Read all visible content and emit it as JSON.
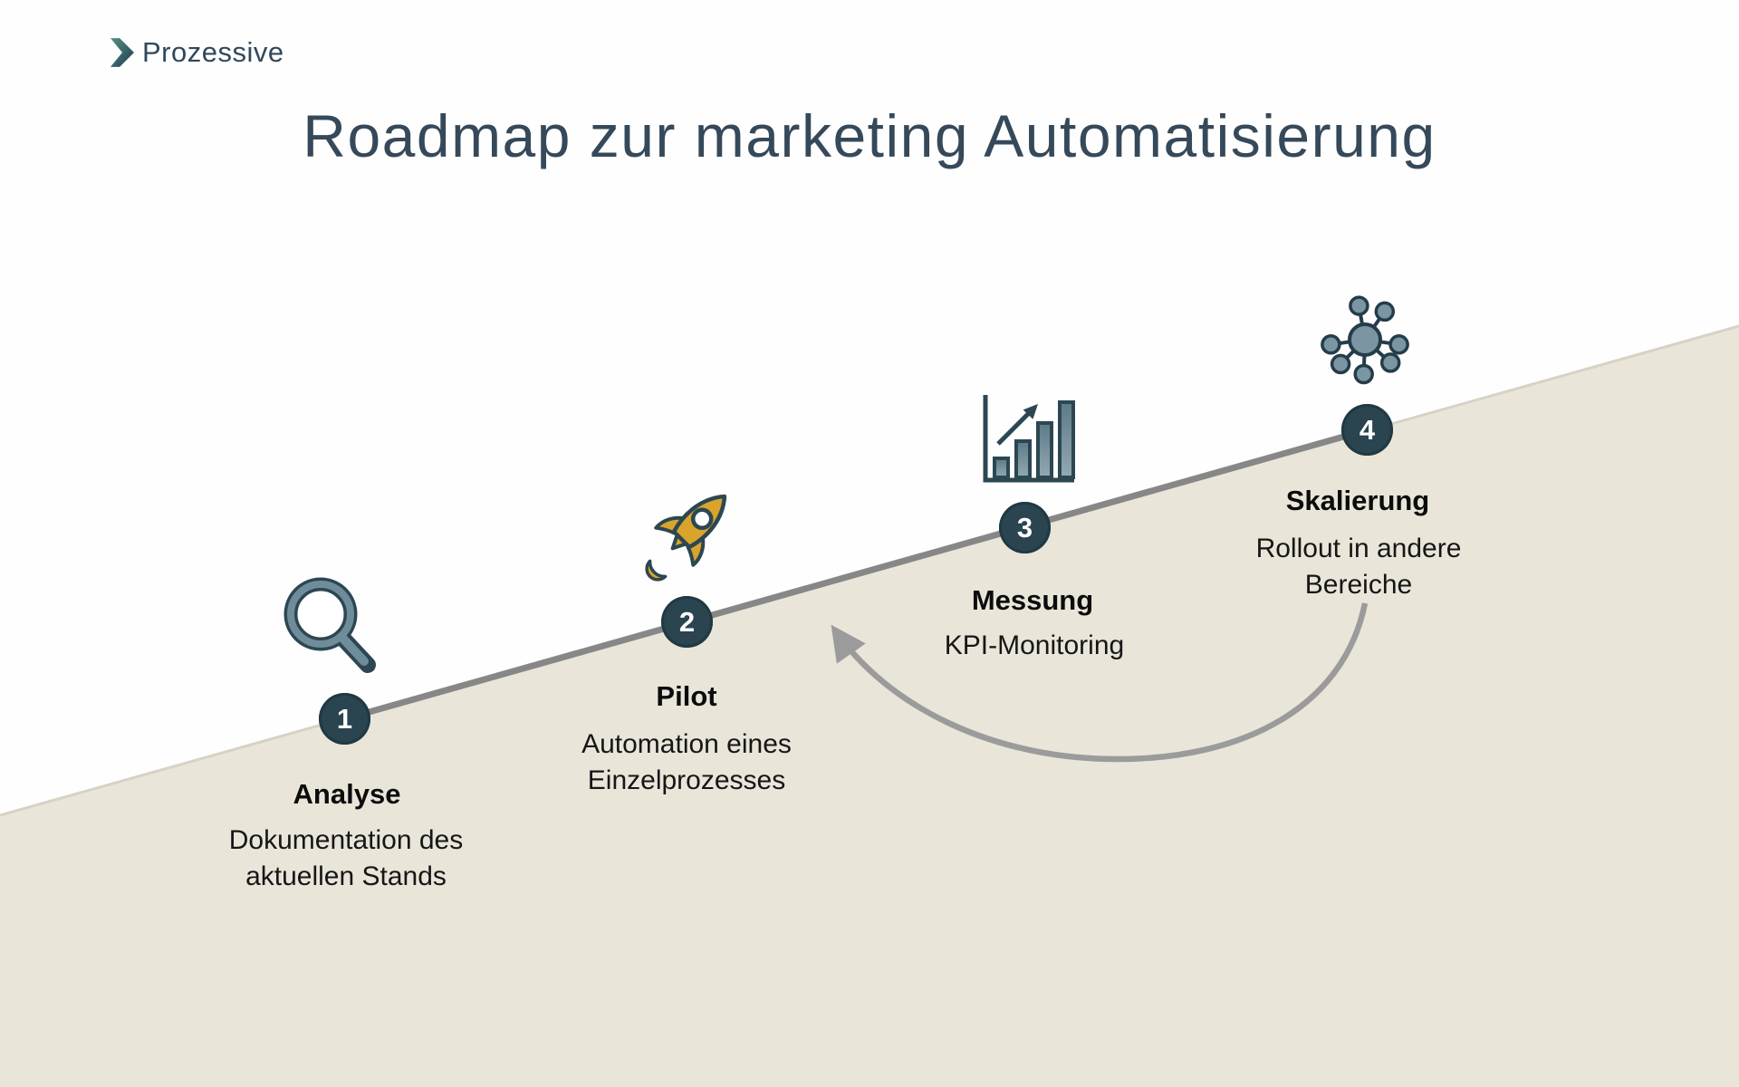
{
  "brand": {
    "name": "Prozessive"
  },
  "title": "Roadmap zur marketing Automatisierung",
  "steps": [
    {
      "number": "1",
      "icon": "magnifier-icon",
      "title": "Analyse",
      "description": "Dokumentation des aktuellen Stands"
    },
    {
      "number": "2",
      "icon": "rocket-icon",
      "title": "Pilot",
      "description": "Automation eines Einzelprozesses"
    },
    {
      "number": "3",
      "icon": "bar-chart-icon",
      "title": "Messung",
      "description": "KPI-Monitoring"
    },
    {
      "number": "4",
      "icon": "network-icon",
      "title": "Skalierung",
      "description": "Rollout in andere Bereiche"
    }
  ],
  "colors": {
    "title_text": "#35495a",
    "badge_fill": "#2a4450",
    "badge_text": "#ffffff",
    "step_text": "#161616",
    "slope_fill": "#e9e5d9",
    "roadmap_line": "#878787",
    "feedback_arrow": "#9b9b9b",
    "icon_outline": "#2c4752",
    "icon_slate": "#73909e",
    "rocket_gold": "#d9a42b"
  }
}
